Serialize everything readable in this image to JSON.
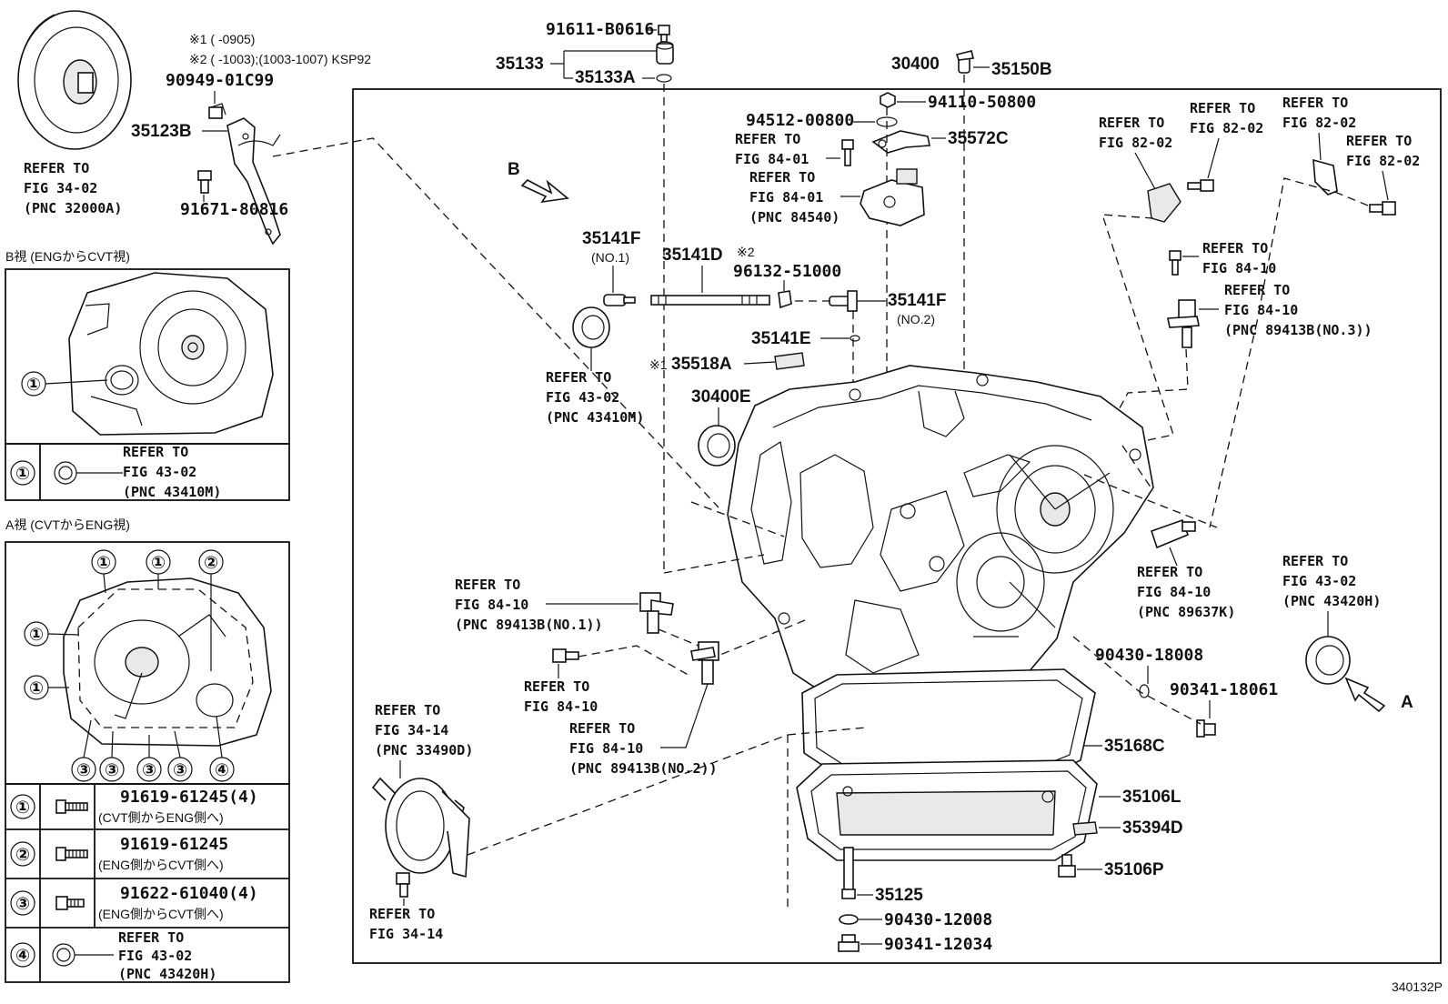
{
  "figure_id": "340132P",
  "notes": {
    "note1": "※1 (       -0905)",
    "note2": "※2 (       -1003);(1003-1007) KSP92"
  },
  "marks": {
    "note1": "※1",
    "note2": "※2"
  },
  "labels": {
    "p91611": "91611-B0616",
    "p35133": "35133",
    "p35133A": "35133A",
    "p30400": "30400",
    "p35150B": "35150B",
    "p94110": "94110-50800",
    "p94512": "94512-00800",
    "p35572C": "35572C",
    "p90949": "90949-01C99",
    "p35123B": "35123B",
    "p91671": "91671-80816",
    "p35141F_1": "35141F",
    "no1": "(NO.1)",
    "p35141D": "35141D",
    "p96132": "96132-51000",
    "p35141F_2": "35141F",
    "no2": "(NO.2)",
    "p35141E": "35141E",
    "p35518A": "35518A",
    "p30400E": "30400E",
    "p90430_18008": "90430-18008",
    "p90341_18061": "90341-18061",
    "p35168C": "35168C",
    "p35106L": "35106L",
    "p35394D": "35394D",
    "p35106P": "35106P",
    "p35125": "35125",
    "p90430_12008": "90430-12008",
    "p90341_12034": "90341-12034",
    "arrow_b": "B",
    "arrow_a": "A"
  },
  "refs": {
    "r_fig34_02": [
      "REFER TO",
      "FIG 34-02",
      "(PNC 32000A)"
    ],
    "r_fig84_01a": [
      "REFER TO",
      "FIG 84-01"
    ],
    "r_fig84_01b": [
      "REFER TO",
      "FIG 84-01",
      "(PNC 84540)"
    ],
    "r_fig82_02a": [
      "REFER TO",
      "FIG 82-02"
    ],
    "r_fig82_02b": [
      "REFER TO",
      "FIG 82-02"
    ],
    "r_fig82_02c": [
      "REFER TO",
      "FIG 82-02"
    ],
    "r_fig82_02d": [
      "REFER TO",
      "FIG 82-02"
    ],
    "r_fig84_10a": [
      "REFER TO",
      "FIG 84-10"
    ],
    "r_fig84_10b": [
      "REFER TO",
      "FIG 84-10",
      "(PNC 89413B(NO.3))"
    ],
    "r_fig43_02m": [
      "REFER TO",
      "FIG 43-02",
      "(PNC 43410M)"
    ],
    "r_fig84_10c": [
      "REFER TO",
      "FIG 84-10",
      "(PNC 89413B(NO.1))"
    ],
    "r_fig84_10d": [
      "REFER TO",
      "FIG 84-10"
    ],
    "r_fig84_10e": [
      "REFER TO",
      "FIG 84-10",
      "(PNC 89413B(NO.2))"
    ],
    "r_fig84_10f": [
      "REFER TO",
      "FIG 84-10",
      "(PNC 89637K)"
    ],
    "r_fig43_02h": [
      "REFER TO",
      "FIG 43-02",
      "(PNC 43420H)"
    ],
    "r_fig34_14a": [
      "REFER TO",
      "FIG 34-14",
      "(PNC 33490D)"
    ],
    "r_fig34_14b": [
      "REFER TO",
      "FIG 34-14"
    ]
  },
  "view_b": {
    "title": "B視 (ENGからCVT視)",
    "row": {
      "num": "①",
      "ref": [
        "REFER TO",
        "FIG 43-02",
        "(PNC 43410M)"
      ]
    }
  },
  "view_a": {
    "title": "A視 (CVTからENG視)",
    "callouts": [
      "①",
      "①",
      "②",
      "①",
      "①",
      "③",
      "③",
      "③",
      "③",
      "④"
    ],
    "rows": [
      {
        "num": "①",
        "part": "91619-61245(4)",
        "desc": "(CVT側からENG側へ)"
      },
      {
        "num": "②",
        "part": "91619-61245",
        "desc": "(ENG側からCVT側へ)"
      },
      {
        "num": "③",
        "part": "91622-61040(4)",
        "desc": "(ENG側からCVT側へ)"
      },
      {
        "num": "④",
        "ref": [
          "REFER TO",
          "FIG 43-02",
          "(PNC 43420H)"
        ]
      }
    ]
  }
}
